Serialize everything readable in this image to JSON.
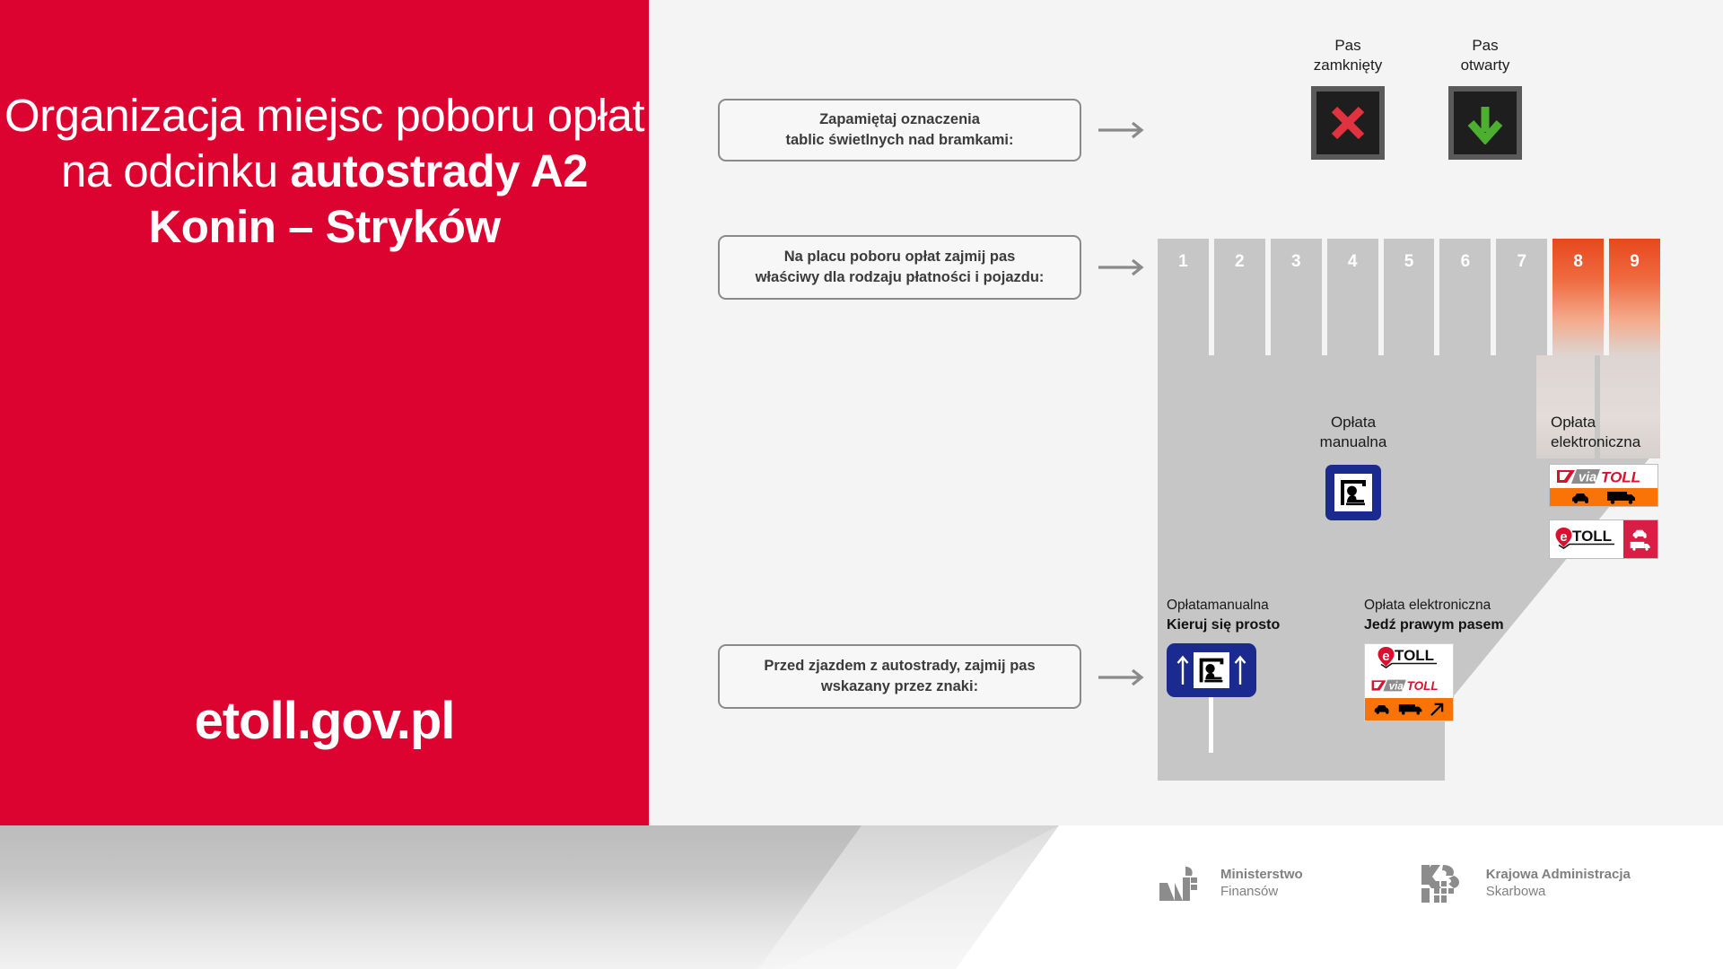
{
  "colors": {
    "brand_red": "#dd0330",
    "toll_orange": "#e8481d",
    "sign_blue": "#1b2a8e",
    "etoll_red": "#d81e45",
    "via_orange": "#f97306",
    "road_gray": "#c6c6c6",
    "page_bg": "#f4f4f4",
    "signal_red": "#e0333f",
    "signal_green": "#4caf2f"
  },
  "hero": {
    "line1": "Organizacja miejsc",
    "line2": "poboru opłat",
    "line3": "na odcinku",
    "line4": "autostrady A2",
    "line5": "Konin – Stryków",
    "url": "etoll.gov.pl"
  },
  "callouts": [
    {
      "id": "callout-1",
      "line1": "Zapamiętaj oznaczenia",
      "line2": "tablic świetlnych nad bramkami:"
    },
    {
      "id": "callout-2",
      "line1": "Na placu poboru opłat zajmij pas",
      "line2": "właściwy dla rodzaju płatności i pojazdu:"
    },
    {
      "id": "callout-3",
      "line1": "Przed zjazdem z autostrady, zajmij pas",
      "line2": "wskazany przez znaki:"
    }
  ],
  "signals": [
    {
      "label_line1": "Pas",
      "label_line2": "zamknięty",
      "glyph": "red-cross-icon"
    },
    {
      "label_line1": "Pas",
      "label_line2": "otwarty",
      "glyph": "green-down-arrow-icon"
    }
  ],
  "plaza": {
    "lanes": [
      {
        "number": "1",
        "type": "manual"
      },
      {
        "number": "2",
        "type": "manual"
      },
      {
        "number": "3",
        "type": "manual"
      },
      {
        "number": "4",
        "type": "manual"
      },
      {
        "number": "5",
        "type": "manual"
      },
      {
        "number": "6",
        "type": "manual"
      },
      {
        "number": "7",
        "type": "manual"
      },
      {
        "number": "8",
        "type": "electronic"
      },
      {
        "number": "9",
        "type": "electronic"
      }
    ],
    "manual_payment": {
      "line1": "Opłata",
      "line2": "manualna"
    },
    "electronic_payment": {
      "line1": "Opłata",
      "line2": "elektroniczna"
    }
  },
  "badges": {
    "viatoll": {
      "wordmark_via": "via",
      "wordmark_toll": "TOLL"
    },
    "etoll": {
      "wordmark_e": "e",
      "wordmark_toll": "TOLL"
    }
  },
  "exit_signs": [
    {
      "caption": "Opłatamanualna",
      "instruction": "Kieruj się prosto",
      "sign": "manual-booth-straight-sign"
    },
    {
      "caption": "Opłata elektroniczna",
      "instruction": "Jedź prawym pasem",
      "sign": "etoll-viatoll-right-lane-sign"
    }
  ],
  "footer": {
    "logos": [
      {
        "name": "mf-logo",
        "line1": "Ministerstwo",
        "line2": "Finansów"
      },
      {
        "name": "kas-logo",
        "line1": "Krajowa Administracja",
        "line2": "Skarbowa"
      }
    ]
  }
}
